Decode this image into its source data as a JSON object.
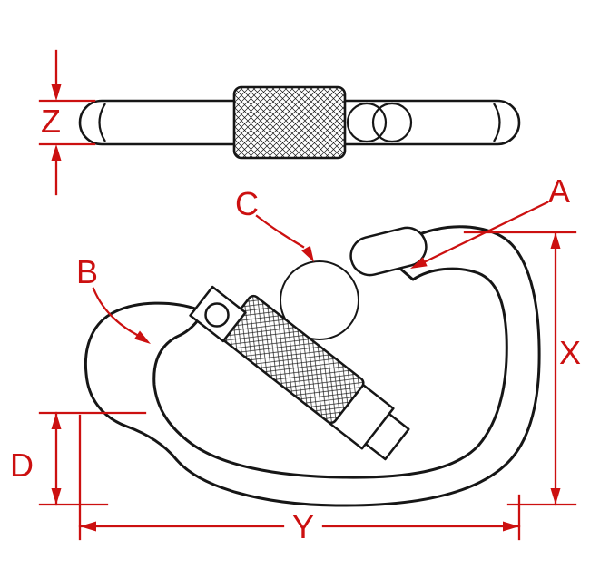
{
  "labels": {
    "a": "A",
    "b": "B",
    "c": "C",
    "d": "D",
    "x": "X",
    "y": "Y",
    "z": "Z"
  },
  "colors": {
    "dimension_red": "#cc1010",
    "line_black": "#161616",
    "background": "#ffffff"
  }
}
